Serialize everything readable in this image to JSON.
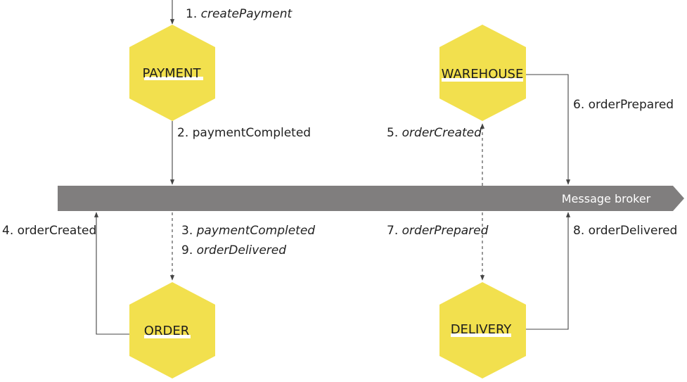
{
  "colors": {
    "hexagon": "#f2e04e",
    "broker": "#807e7e",
    "line": "#444444"
  },
  "broker": {
    "label": "Message broker"
  },
  "services": {
    "payment": "PAYMENT",
    "warehouse": "WAREHOUSE",
    "order": "ORDER",
    "delivery": "DELIVERY"
  },
  "flows": {
    "f1": {
      "num": "1.",
      "event": "createPayment",
      "italic": true
    },
    "f2": {
      "num": "2.",
      "event": "paymentCompleted",
      "italic": false
    },
    "f3": {
      "num": "3.",
      "event": "paymentCompleted",
      "italic": true
    },
    "f4": {
      "num": "4.",
      "event": "orderCreated",
      "italic": false
    },
    "f5": {
      "num": "5.",
      "event": "orderCreated",
      "italic": true
    },
    "f6": {
      "num": "6.",
      "event": "orderPrepared",
      "italic": false
    },
    "f7": {
      "num": "7.",
      "event": "orderPrepared",
      "italic": true
    },
    "f8": {
      "num": "8.",
      "event": "orderDelivered",
      "italic": false
    },
    "f9": {
      "num": "9.",
      "event": "orderDelivered",
      "italic": true
    }
  }
}
